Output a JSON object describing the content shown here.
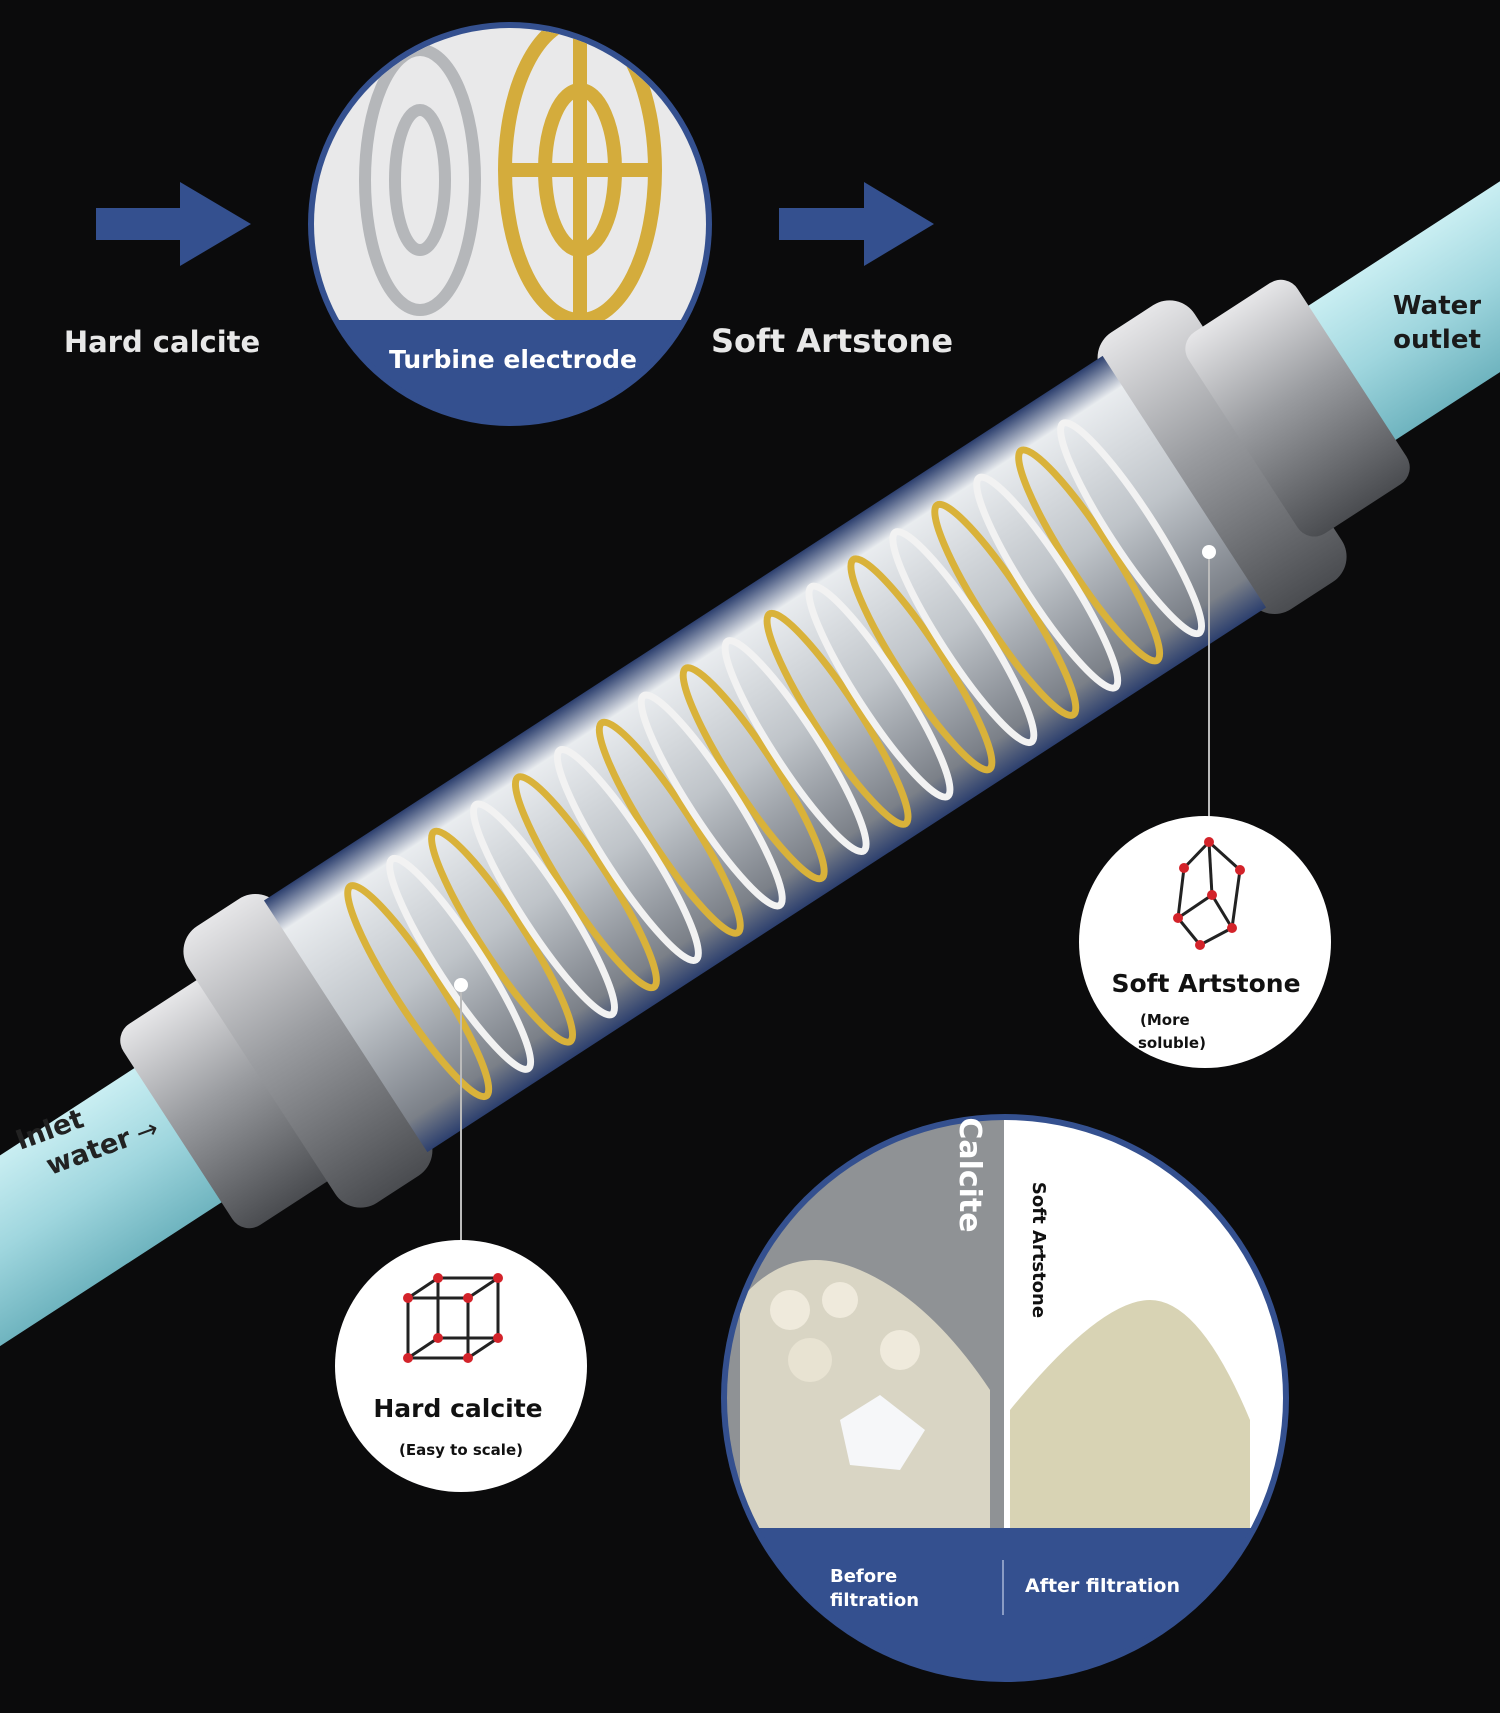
{
  "flow": {
    "input_label": "Hard calcite",
    "process_label": "Turbine electrode",
    "output_label": "Soft Artstone"
  },
  "pipe": {
    "inlet_label_line1": "Inlet",
    "inlet_label_line2": "water",
    "outlet_label_line1": "Water",
    "outlet_label_line2": "outlet"
  },
  "callouts": {
    "hard": {
      "title": "Hard calcite",
      "note": "(Easy to scale)"
    },
    "soft": {
      "title": "Soft Artstone",
      "note_line1": "(More",
      "note_line2": "soluble)"
    }
  },
  "comparison": {
    "left_vertical_label": "Calcite",
    "right_vertical_label": "Soft Artstone",
    "before_line1": "Before",
    "before_line2": "filtration",
    "after": "After filtration"
  },
  "colors": {
    "background": "#0b0b0c",
    "accent_blue": "#34508f",
    "pipe_blue": "#9fd6de",
    "electrode_yellow": "#d9b23a",
    "node_red": "#d3232a"
  }
}
